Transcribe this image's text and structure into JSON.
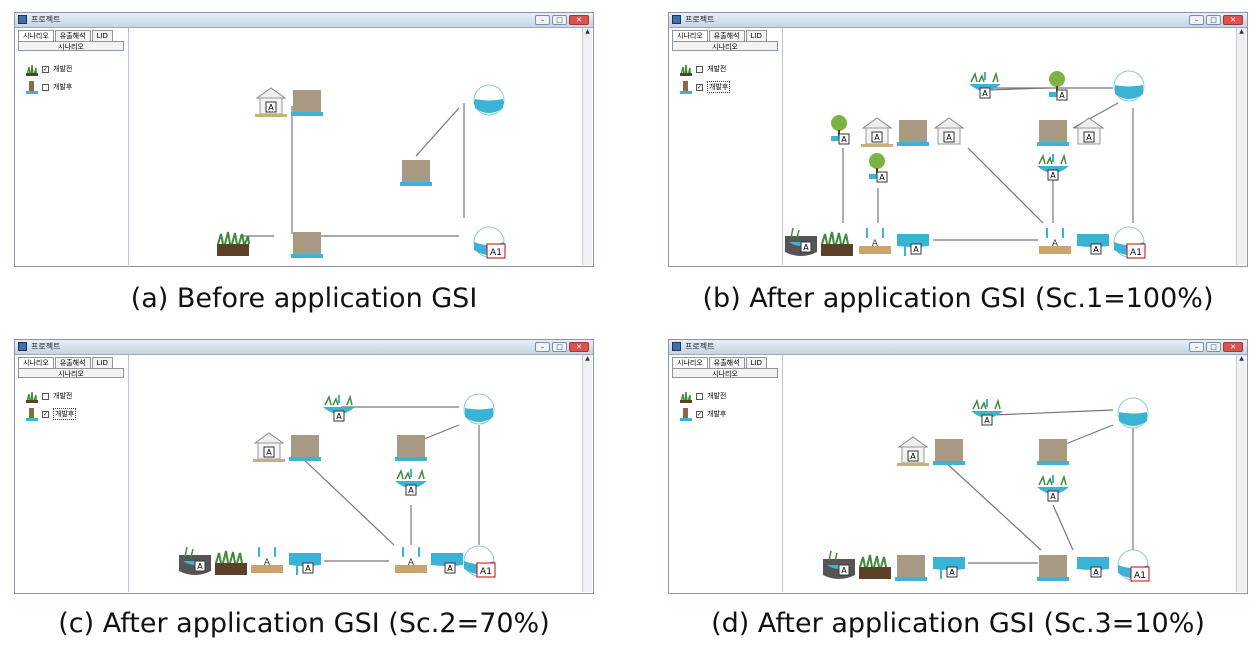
{
  "window_title": "프로젝트",
  "tabs": [
    "시나리오",
    "유출해석",
    "LID"
  ],
  "subtab": "시나리오",
  "panels": [
    {
      "caption": "(a) Before application GSI",
      "scenarios": [
        {
          "label": "개발전",
          "checked": true,
          "highlight": false
        },
        {
          "label": "개발후",
          "checked": false,
          "highlight": false
        }
      ]
    },
    {
      "caption": "(b) After application GSI (Sc.1=100%)",
      "scenarios": [
        {
          "label": "개발전",
          "checked": false,
          "highlight": false
        },
        {
          "label": "개발후",
          "checked": true,
          "highlight": true
        }
      ]
    },
    {
      "caption": "(c) After application GSI (Sc.2=70%)",
      "scenarios": [
        {
          "label": "개발전",
          "checked": false,
          "highlight": false
        },
        {
          "label": "개발후",
          "checked": true,
          "highlight": true
        }
      ]
    },
    {
      "caption": "(d) After application GSI (Sc.3=10%)",
      "scenarios": [
        {
          "label": "개발전",
          "checked": false,
          "highlight": false
        },
        {
          "label": "개발후",
          "checked": true,
          "highlight": false
        }
      ]
    }
  ],
  "node_labels": {
    "a": "A",
    "a1": "A1"
  },
  "icons": [
    "house-icon",
    "soil-icon",
    "grass-icon",
    "pond-icon",
    "outlet-icon",
    "tree-icon",
    "infiltration-icon",
    "swale-icon",
    "permeable-icon",
    "rain-garden-icon",
    "gutter-icon"
  ],
  "colors": {
    "water": "#3ab4d6",
    "soil": "#a89a82",
    "grass": "#3d8a3a",
    "pipe": "#666666",
    "tree": "#7cb342"
  }
}
